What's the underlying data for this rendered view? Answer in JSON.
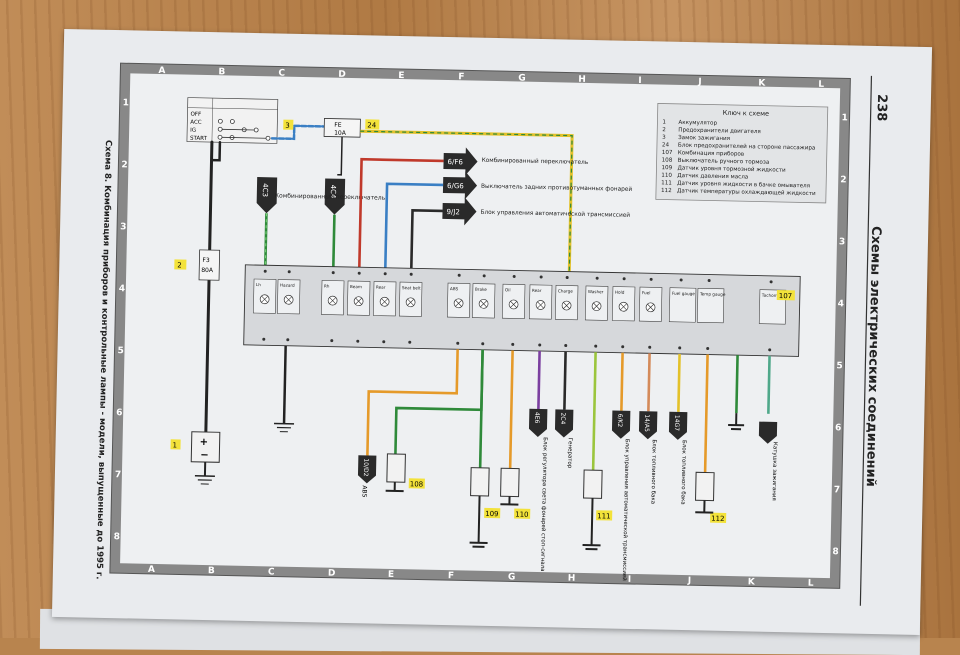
{
  "page": {
    "number": "238",
    "section_title": "Схемы электрических соединений"
  },
  "scheme": {
    "title": "Схема 8. Комбинация приборов и контрольные лампы - модели, выпущенные до 1995 г."
  },
  "grid": {
    "columns": [
      "A",
      "B",
      "C",
      "D",
      "E",
      "F",
      "G",
      "H",
      "I",
      "J",
      "K",
      "L"
    ],
    "rows": [
      "1",
      "2",
      "3",
      "4",
      "5",
      "6",
      "7",
      "8"
    ]
  },
  "key": {
    "title": "Ключ к схеме",
    "items": [
      {
        "num": "1",
        "text": "Аккумулятор"
      },
      {
        "num": "2",
        "text": "Предохранители двигателя"
      },
      {
        "num": "3",
        "text": "Замок зажигания"
      },
      {
        "num": "24",
        "text": "Блок предохранителей на стороне пассажира"
      },
      {
        "num": "107",
        "text": "Комбинация приборов"
      },
      {
        "num": "108",
        "text": "Выключатель ручного тормоза"
      },
      {
        "num": "109",
        "text": "Датчик уровня тормозной жидкости"
      },
      {
        "num": "110",
        "text": "Датчик давления масла"
      },
      {
        "num": "111",
        "text": "Датчик уровня жидкости в бачке омывателя"
      },
      {
        "num": "112",
        "text": "Датчик температуры охлаждающей жидкости"
      }
    ]
  },
  "ignition": {
    "positions": [
      "OFF",
      "ACC",
      "IG",
      "START"
    ]
  },
  "fuses": {
    "f3": "F3",
    "f3_rating": "80A",
    "fe": "FE",
    "fe_rating": "10A"
  },
  "callouts": {
    "c1": "1",
    "c2": "2",
    "c3": "3",
    "c24": "24",
    "c107": "107",
    "c108": "108",
    "c109": "109",
    "c110": "110",
    "c111": "111",
    "c112": "112"
  },
  "connectors_top": {
    "c4c3": "4C3",
    "c4c4": "4C4",
    "label_left": "Комбинированный переключатель",
    "f6": "6/F6",
    "f6_label": "Комбинированный переключатель",
    "g6": "6/G6",
    "g6_label": "Выключатель задних противотуманных фонарей",
    "j2": "9/J2",
    "j2_label": "Блок управления автоматической трансмиссией"
  },
  "cluster_lamps": [
    "Lh",
    "Hazard",
    "Rh",
    "Beam",
    "Rear",
    "Seat belt",
    "ABS",
    "Brake",
    "Oil",
    "Rear",
    "Charge",
    "Washer",
    "Hold",
    "Fuel",
    "Fuel gauge",
    "Temp gauge",
    "Tachometer"
  ],
  "bottom_connectors": {
    "b10d2": "10/D2",
    "abs": "ABS",
    "b4e6": "4E6",
    "lamp_label": "Блок регулятора света фонарей стоп-сигнала",
    "b2c4": "2C4",
    "gen": "Генератор",
    "b6k2": "6/K2",
    "at_label": "Блок управления автоматической трансмиссией",
    "b4a5": "14/A5",
    "fuel_label": "Блок топливного бака",
    "b14g7": "14G7",
    "sensor_label": "Блок топливного бака",
    "coil": "Катушка зажигания"
  },
  "colors": {
    "wire_orange_blue": "#e59a2a",
    "wire_green": "#2f8a3a",
    "wire_red": "#c0392b",
    "wire_blue": "#3a7fc4",
    "wire_purple": "#7b3fa0",
    "wire_yellow": "#e3c12a",
    "highlight": "#f3e23a"
  }
}
